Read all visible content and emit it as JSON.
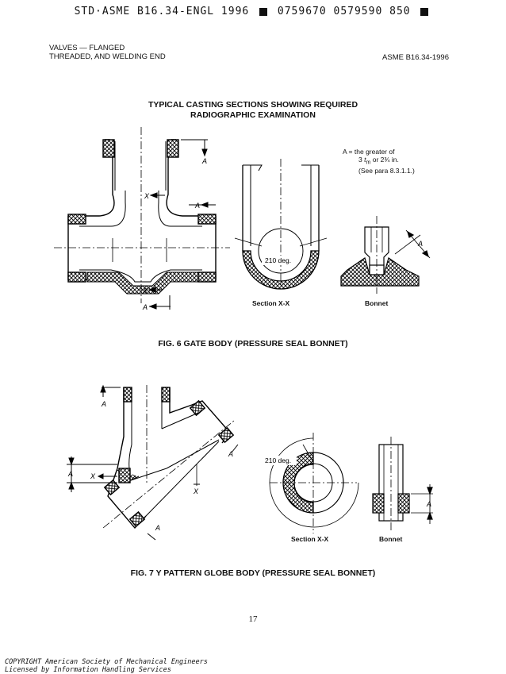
{
  "header": {
    "doc_code": "STD·ASME B16.34-ENGL 1996",
    "code_numbers": "0759670 0579590 850",
    "left_line1": "VALVES — FLANGED",
    "left_line2": "THREADED, AND WELDING END",
    "right": "ASME B16.34-1996"
  },
  "title": {
    "line1": "TYPICAL CASTING SECTIONS SHOWING REQUIRED",
    "line2": "RADIOGRAPHIC EXAMINATION"
  },
  "fig6": {
    "note_line1": "A = the greater of",
    "note_line2_pre": "3 ",
    "note_line2_var": "t",
    "note_line2_sub": "m",
    "note_line2_post": " or 2¾ in.",
    "note_line3": "(See para 8.3.1.1.)",
    "label_a": "A",
    "label_x": "X",
    "angle": "210 deg.",
    "section_label": "Section X-X",
    "bonnet_label": "Bonnet",
    "caption": "FIG. 6   GATE BODY (PRESSURE SEAL BONNET)"
  },
  "fig7": {
    "label_a": "A",
    "label_x": "X",
    "angle": "210 deg.",
    "section_label": "Section X-X",
    "bonnet_label": "Bonnet",
    "caption": "FIG. 7   Y PATTERN GLOBE BODY (PRESSURE SEAL BONNET)"
  },
  "page_number": "17",
  "footer": {
    "line1": "COPYRIGHT American Society of Mechanical Engineers",
    "line2": "Licensed by Information Handling Services"
  }
}
